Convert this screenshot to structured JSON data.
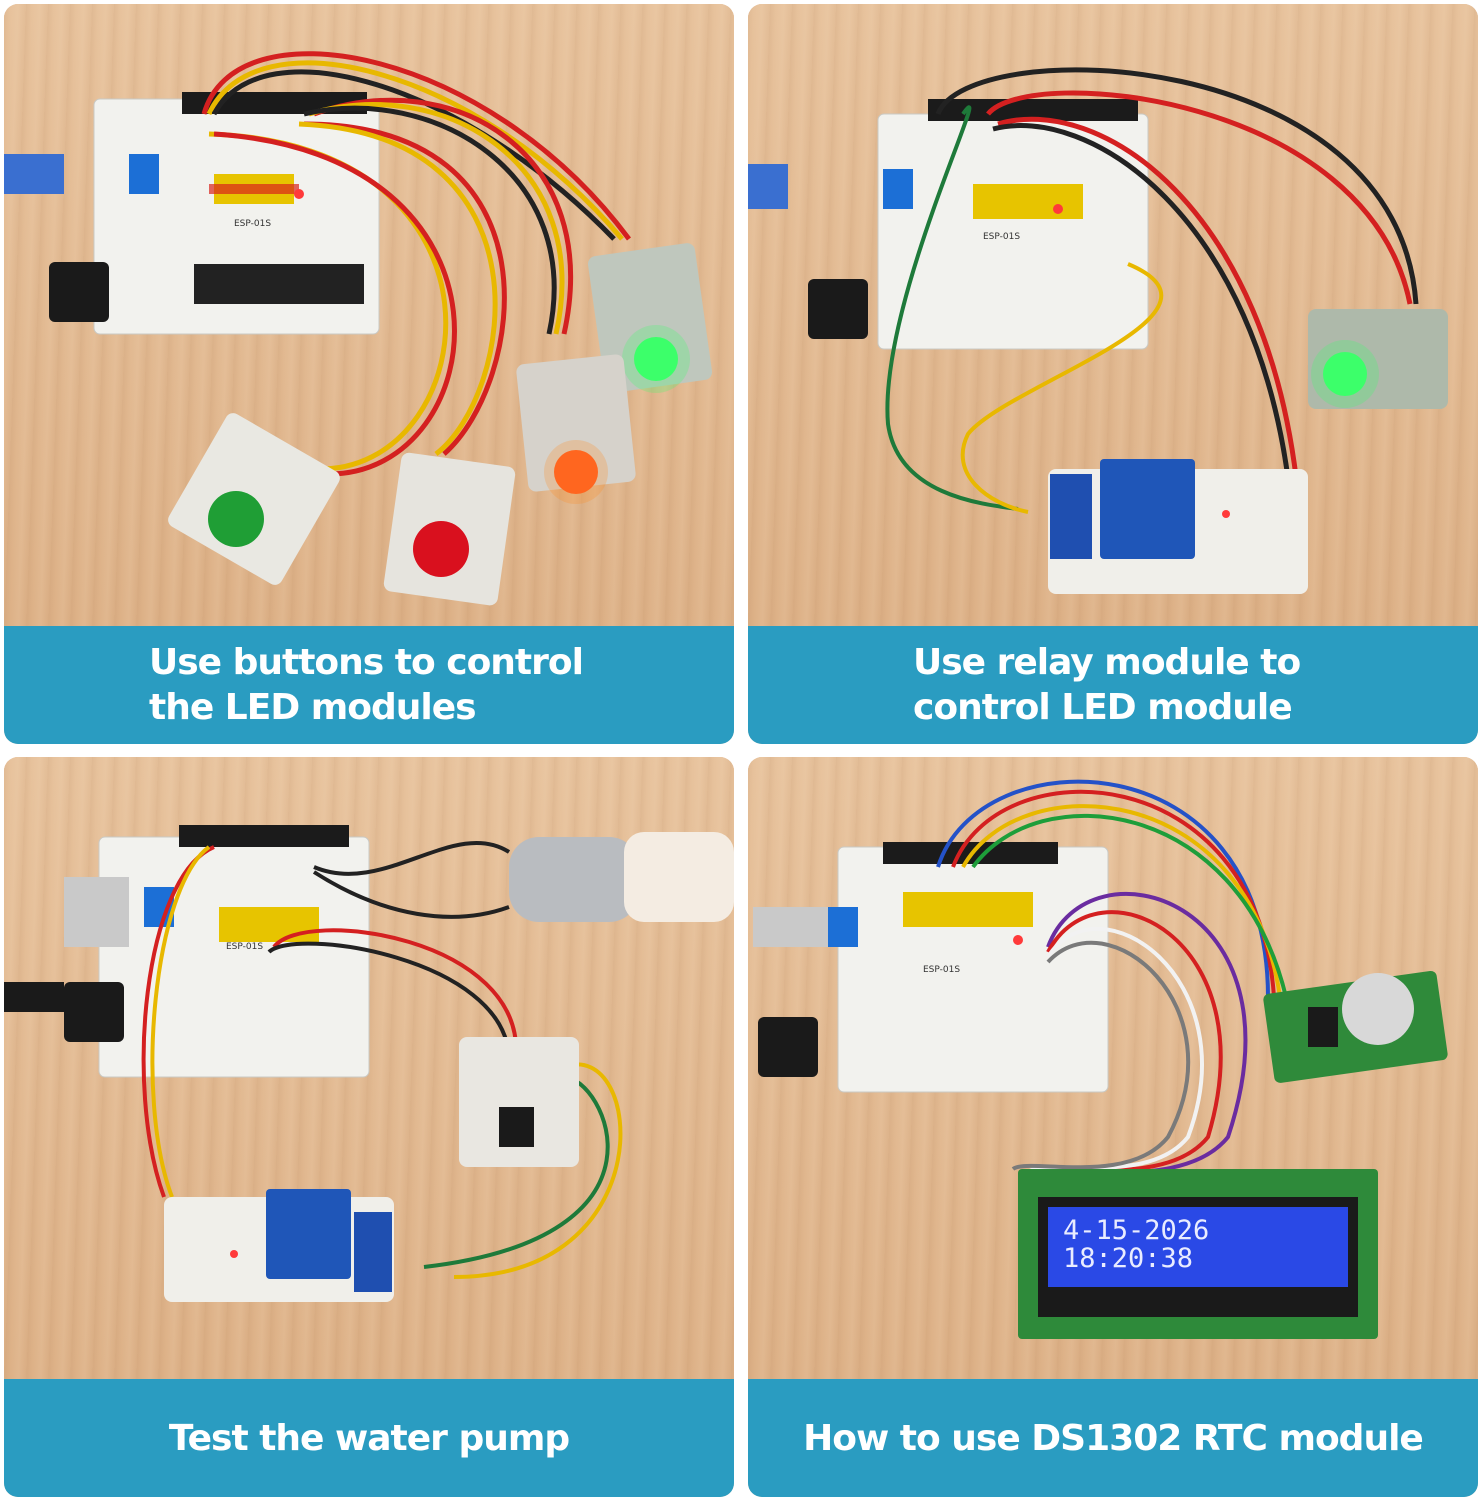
{
  "panels": [
    {
      "caption_line1": "Use buttons to control",
      "caption_line2": "the LED modules"
    },
    {
      "caption_line1": "Use relay module to",
      "caption_line2": "control LED module"
    },
    {
      "caption_line1": "Test the water pump",
      "caption_line2": ""
    },
    {
      "caption_line1": "How to use DS1302 RTC module",
      "caption_line2": ""
    }
  ],
  "board_label": "ESP-01S",
  "lcd": {
    "line1": "4-15-2026",
    "line2": "18:20:38"
  },
  "colors": {
    "caption_bar": "#2a9cc1",
    "wood": "#e2b890",
    "board": "#f2f2ee",
    "led_green": "#3dff6a",
    "led_red": "#ff5a1f"
  }
}
